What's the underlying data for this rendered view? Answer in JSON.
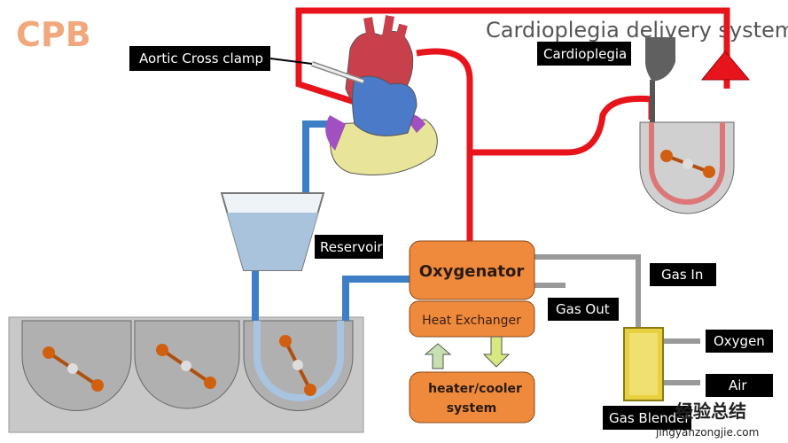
{
  "corner_title": "CPB",
  "title": "Cardioplegia delivery system",
  "labels": {
    "aortic_cross_clamp": "Aortic Cross clamp",
    "cardioplegia": "Cardioplegia",
    "reservoir": "Reservoir",
    "oxygenator": "Oxygenator",
    "heat_exchanger": "Heat Exchanger",
    "heater_cooler_1": "heater/cooler",
    "heater_cooler_2": "system",
    "gas_in": "Gas In",
    "gas_out": "Gas Out",
    "oxygen": "Oxygen",
    "air": "Air",
    "gas_blender": "Gas Blender"
  },
  "watermark": {
    "cn": "经验总结",
    "url": "jingyanzongjie.com"
  },
  "colors": {
    "arterial": "#e8141c",
    "venous": "#3d7fc4",
    "box": "#ef8a3c",
    "corner_title": "#f0a87c",
    "blender": "#e8d040"
  }
}
